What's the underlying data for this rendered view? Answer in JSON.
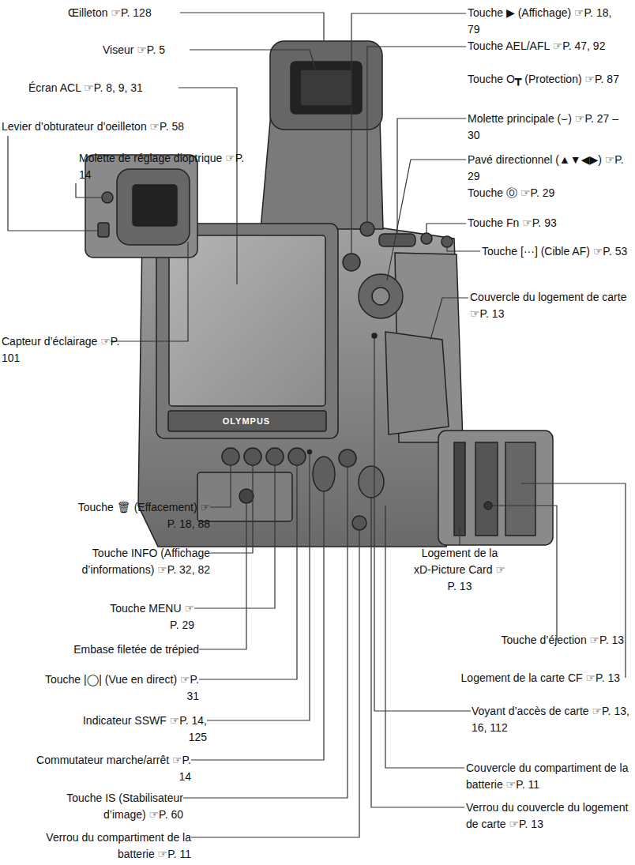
{
  "diagram": {
    "labels": [
      "Œilleton ☞P. 128",
      "Viseur ☞P. 5",
      "Écran ACL ☞P. 8, 9, 31",
      "Levier d’obturateur d’oeilleton ☞P. 58",
      "Molette de réglage dioptrique ☞P. 14",
      "Capteur d’éclairage ☞P. 101",
      "Touche 🗑 (Effacement) ☞P. 18, 88",
      "Touche INFO (Affichage d’informations) ☞P. 32, 82",
      "Touche MENU ☞P. 29",
      "Embase filetée de trépied",
      "Touche |◯| (Vue en direct) ☞P. 31",
      "Indicateur SSWF ☞P. 14, 125",
      "Commutateur marche/arrêt ☞P. 14",
      "Touche IS (Stabilisateur d’image) ☞P. 60",
      "Verrou du compartiment de la batterie ☞P. 11",
      "Touche ▶ (Affichage) ☞P. 18, 79",
      "Touche AEL/AFL ☞P. 47, 92",
      "Touche O┳ (Protection) ☞P. 87",
      "Molette principale (⌣) ☞P. 27 – 30",
      "Pavé directionnel (▲▼◀▶) ☞P. 29",
      "Touche Ⓞ ☞P. 29",
      "Touche Fn ☞P. 93",
      "Touche [···] (Cible AF) ☞P. 53",
      "Couvercle du logement de carte ☞P. 13",
      "Logement de la xD-Picture Card ☞P. 13",
      "Touche d’éjection ☞P. 13",
      "Logement de la carte CF ☞P. 13",
      "Voyant d’accès de carte ☞P. 13, 16, 112",
      "Couvercle du compartiment de la batterie ☞P. 11",
      "Verrou du couvercle du logement de carte ☞P. 13",
      "OLYMPUS"
    ]
  }
}
